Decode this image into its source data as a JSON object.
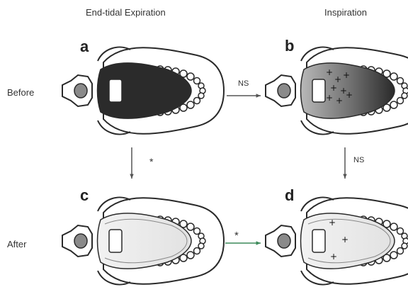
{
  "columns": {
    "left": "End-tidal Expiration",
    "right": "Inspiration"
  },
  "rows": {
    "top": "Before",
    "bottom": "After"
  },
  "panels": {
    "a": {
      "letter": "a"
    },
    "b": {
      "letter": "b"
    },
    "c": {
      "letter": "c"
    },
    "d": {
      "letter": "d"
    }
  },
  "arrows": {
    "a_to_b": {
      "label": "NS"
    },
    "a_to_c": {
      "label": "*"
    },
    "b_to_d": {
      "label": "NS"
    },
    "c_to_d": {
      "label": "*"
    }
  },
  "colors": {
    "outline": "#2a2a2a",
    "dark_shade": "#2b2b2b",
    "mid_shade": "#9a9a9a",
    "light_shade": "#e6e6e6",
    "arrow_green": "#3c8a5a",
    "arrow_gray": "#555555"
  }
}
